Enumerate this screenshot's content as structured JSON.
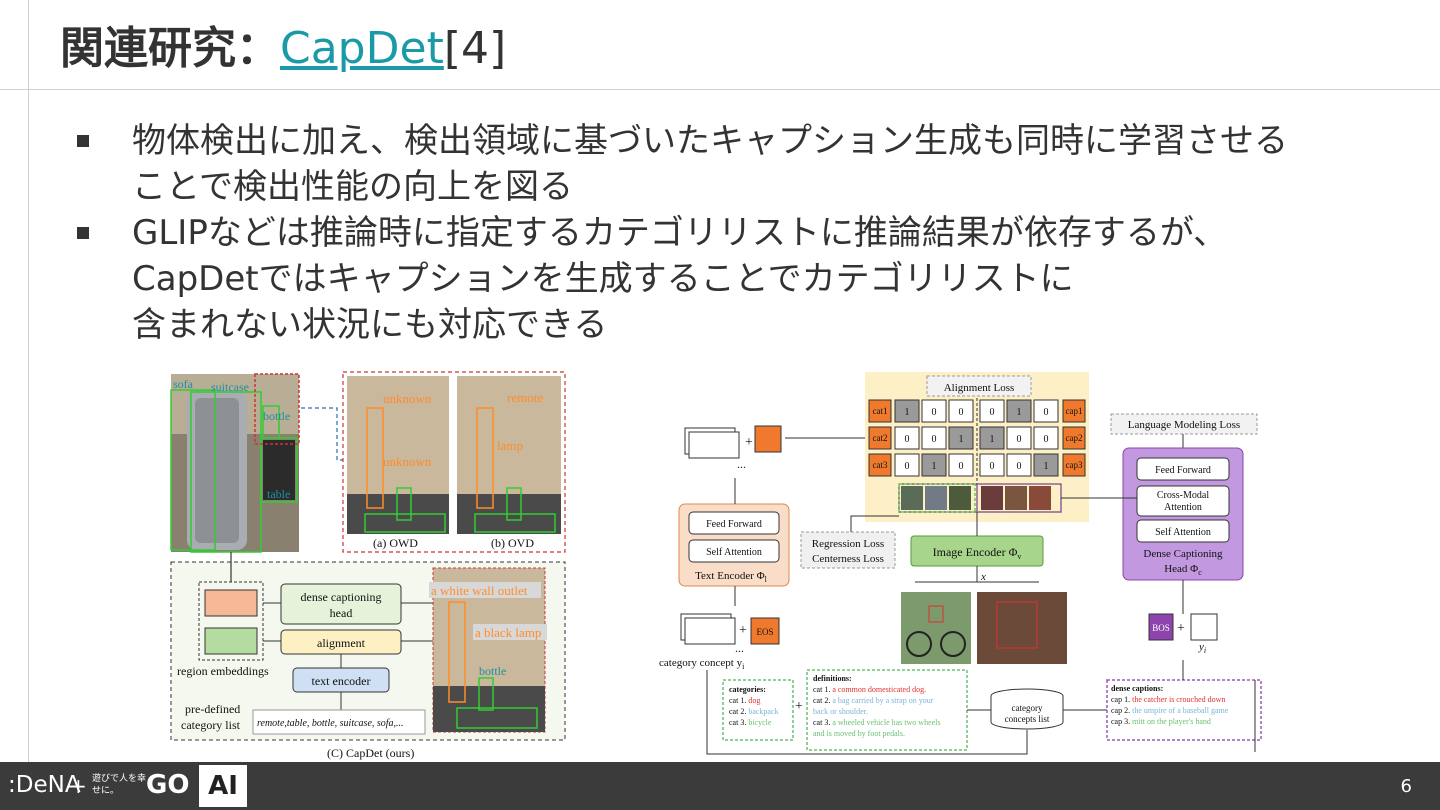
{
  "title": {
    "main": "関連研究：",
    "link": "CapDet",
    "ref": "[4]"
  },
  "bullets": [
    {
      "lines": [
        "物体検出に加え、検出領域に基づいたキャプション生成も同時に学習させる",
        "ことで検出性能の向上を図る"
      ]
    },
    {
      "lines": [
        "GLIPなどは推論時に指定するカテゴリリストに推論結果が依存するが、",
        "CapDetではキャプションを生成することでカテゴリリストに",
        "含まれない状況にも対応できる"
      ]
    }
  ],
  "figure_left": {
    "labels": {
      "sofa": "sofa",
      "suitcase": "suitcase",
      "bottle": "bottle",
      "table": "table",
      "unknown1": "unknown",
      "unknown2": "unknown",
      "remote": "remote",
      "lamp": "lamp",
      "owd": "(a) OWD",
      "ovd": "(b) OVD",
      "dense_head": "dense captioning",
      "dense_head2": "head",
      "alignment": "alignment",
      "text_encoder": "text encoder",
      "region_embeddings": "region embeddings",
      "predefined1": "pre-defined",
      "predefined2": "category list",
      "category_list": "remote,table, bottle, suitcase, sofa,...",
      "cap_outlet": "a white wall outlet",
      "cap_lamp": "a black lamp",
      "bottle2": "bottle",
      "capdet": "(C) CapDet (ours)"
    }
  },
  "figure_right": {
    "alignment_loss": "Alignment Loss",
    "lm_loss": "Language Modeling Loss",
    "cats": [
      "cat1",
      "cat2",
      "cat3"
    ],
    "caps": [
      "cap1",
      "cap2",
      "cap3"
    ],
    "matrix": [
      [
        "1",
        "0",
        "0",
        "0",
        "1",
        "0"
      ],
      [
        "0",
        "0",
        "1",
        "1",
        "0",
        "0"
      ],
      [
        "0",
        "1",
        "0",
        "0",
        "0",
        "1"
      ]
    ],
    "feed_forward": "Feed Forward",
    "self_attention": "Self Attention",
    "text_encoder": "Text Encoder Φ",
    "text_encoder_sub": "l",
    "regression_loss": "Regression Loss",
    "centerness_loss": "Centerness Loss",
    "image_encoder": "Image Encoder Φ",
    "image_encoder_sub": "v",
    "x": "x",
    "cross_modal1": "Cross-Modal",
    "cross_modal2": "Attention",
    "dense_head1": "Dense Captioning",
    "dense_head2": "Head Φ",
    "dense_head_sub": "c",
    "eos": "EOS",
    "bos": "BOS",
    "yi": "y",
    "yi_sub": "i",
    "category_concept": "category concept y",
    "plus": "+",
    "dots": "...",
    "categories_title": "categories:",
    "categories": [
      {
        "k": "cat 1.",
        "v": "dog",
        "c": "#e03030"
      },
      {
        "k": "cat 2.",
        "v": "backpack",
        "c": "#7ab4d8"
      },
      {
        "k": "cat 3.",
        "v": "bicycle",
        "c": "#6cc070"
      }
    ],
    "definitions_title": "definitions:",
    "definitions": [
      {
        "k": "cat 1.",
        "v": "a common domesticated dog.",
        "c": "#e03030"
      },
      {
        "k": "cat 2.",
        "v": "a bag carried by a strap on your",
        "c": "#7ab4d8"
      },
      {
        "k": "",
        "v": "back or shoulder.",
        "c": "#7ab4d8"
      },
      {
        "k": "cat 3.",
        "v": "a wheeled vehicle has two wheels",
        "c": "#6cc070"
      },
      {
        "k": "",
        "v": "and is moved by foot pedals.",
        "c": "#6cc070"
      }
    ],
    "concepts_list": "category",
    "concepts_list2": "concepts list",
    "dense_captions_title": "dense captions:",
    "dense_captions": [
      {
        "k": "cap 1.",
        "v": "the catcher is crouched down",
        "c": "#e03030"
      },
      {
        "k": "cap 2.",
        "v": "the umpire of a baseball game",
        "c": "#7ab4d8"
      },
      {
        "k": "cap 3.",
        "v": "mitt on the player's hand",
        "c": "#6cc070"
      }
    ]
  },
  "footer": {
    "brand": ":DeNA",
    "plus": "+",
    "slogan": "遊びで人を幸せに。",
    "go": "GO",
    "ai": "AI",
    "page": "6"
  }
}
